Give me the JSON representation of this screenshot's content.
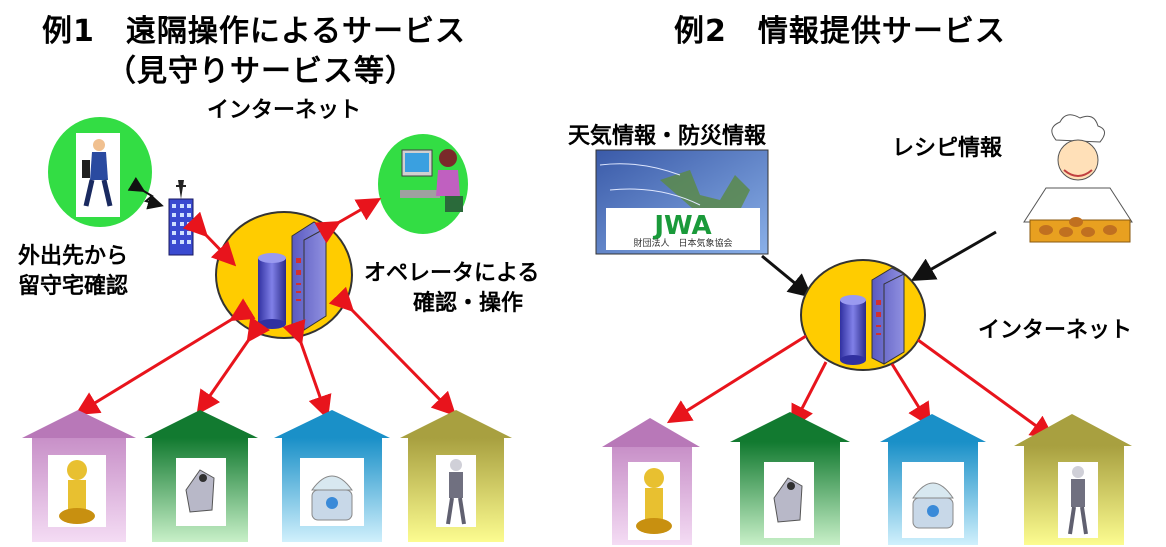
{
  "example1": {
    "title_line1": "例1　遠隔操作によるサービス",
    "title_line2": "（見守りサービス等）",
    "internet_label": "インターネット",
    "remote_label_line1": "外出先から",
    "remote_label_line2": "留守宅確認",
    "operator_label_line1": "オペレータによる",
    "operator_label_line2": "確認・操作"
  },
  "example2": {
    "title": "例2　情報提供サービス",
    "weather_label": "天気情報・防災情報",
    "recipe_label": "レシピ情報",
    "internet_label": "インターネット",
    "jwa_logo_text": "JWA",
    "jwa_org_text": "財団法人　日本気象協会"
  },
  "colors": {
    "arrow_red": "#e8141c",
    "server_circle": "#ffcc00",
    "green_circle": "#33dd44",
    "house_pink": "#d8a4d8",
    "house_green": "#1a8a3a",
    "house_blue": "#3aa8d8",
    "house_olive": "#b8b040"
  },
  "icons": [
    "person-walking-icon",
    "phone-tower-icon",
    "operator-pc-icon",
    "server-icon",
    "chef-icon",
    "robot-icon"
  ]
}
